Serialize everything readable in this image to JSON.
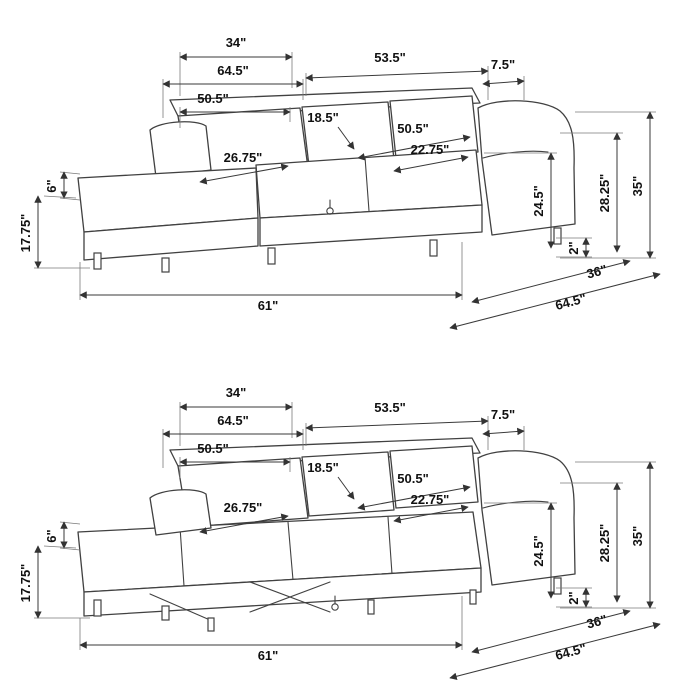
{
  "diagram": {
    "type": "furniture-dimension-diagram",
    "line_color": "#414141",
    "label_color": "#111111",
    "background": "#ffffff"
  },
  "views": [
    {
      "name": "sectional-sofa-closed",
      "labels": {
        "back_width": "34\"",
        "chaise_total_length": "64.5\"",
        "sofa_length": "53.5\"",
        "arm_width": "7.5\"",
        "chaise_length": "50.5\"",
        "back_cushion_height": "18.5\"",
        "seat_width": "50.5\"",
        "seat_depth": "22.75\"",
        "chaise_seat_depth": "26.75\"",
        "overall_height": "35\"",
        "arm_height": "28.25\"",
        "back_inner_height": "24.5\"",
        "clearance": "2\"",
        "seat_area_depth": "36\"",
        "overall_depth": "64.5\"",
        "front_width": "61\"",
        "seat_height": "17.75\"",
        "leg_height": "6\""
      }
    },
    {
      "name": "sectional-sofa-bed-open",
      "labels": {
        "back_width": "34\"",
        "chaise_total_length": "64.5\"",
        "sofa_length": "53.5\"",
        "arm_width": "7.5\"",
        "chaise_length": "50.5\"",
        "back_cushion_height": "18.5\"",
        "seat_width": "50.5\"",
        "seat_depth": "22.75\"",
        "chaise_seat_depth": "26.75\"",
        "overall_height": "35\"",
        "arm_height": "28.25\"",
        "back_inner_height": "24.5\"",
        "clearance": "2\"",
        "seat_area_depth": "36\"",
        "overall_depth": "64.5\"",
        "front_width": "61\"",
        "seat_height": "17.75\"",
        "leg_height": "6\""
      }
    }
  ]
}
